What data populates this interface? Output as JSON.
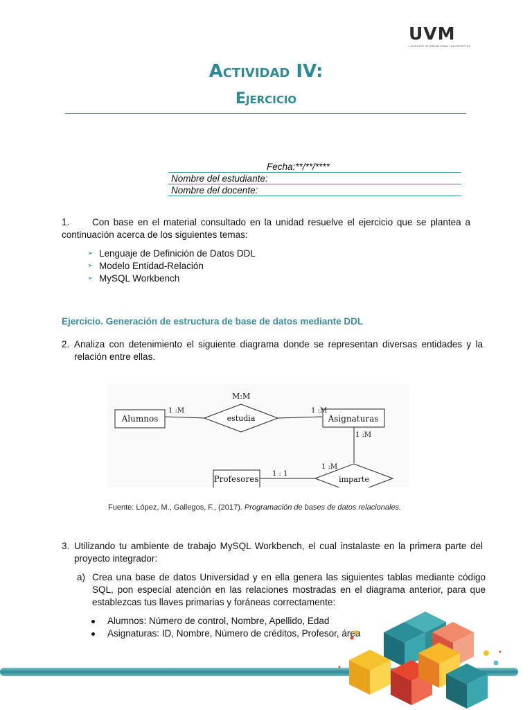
{
  "logo": {
    "text": "UVM",
    "subtext": "LAUREATE INTERNATIONAL UNIVERSITIES"
  },
  "title": {
    "line1": "Actividad IV:",
    "line2": "Ejercicio"
  },
  "form": {
    "fecha": "Fecha:**/**/****",
    "estudiante": "Nombre del estudiante:",
    "docente": "Nombre del docente:"
  },
  "item1": {
    "number": "1.",
    "text": "Con base en el material consultado en la unidad resuelve el ejercicio que se plantea a continuación acerca de los siguientes temas:",
    "topics": [
      "Lenguaje de Definición de Datos DDL",
      "Modelo Entidad-Relación",
      "MySQL Workbench"
    ]
  },
  "section_heading": "Ejercicio. Generación de estructura de base de datos mediante DDL",
  "item2": {
    "number": "2.",
    "text": "Analiza con detenimiento el siguiente diagrama donde se representan diversas entidades y la relación entre ellas."
  },
  "diagram": {
    "entities": {
      "alumnos": "Alumnos",
      "asignaturas": "Asignaturas",
      "profesores": "Profesores"
    },
    "relations": {
      "estudia": "estudia",
      "imparte": "imparte"
    },
    "cardinalities": {
      "mm": "M:M",
      "alumnos_estudia": "1 :M",
      "asignaturas_estudia": "1 :M",
      "asignaturas_imparte": "1 :M",
      "imparte_side": "1 :M",
      "profesores_imparte": "1 : 1"
    }
  },
  "caption": {
    "prefix": "Fuente: López, M., Gallegos, F., (2017). ",
    "title": "Programación de bases de datos relacionales."
  },
  "item3": {
    "number": "3.",
    "text": "Utilizando tu ambiente de trabajo MySQL Workbench, el cual instalaste en la primera parte del proyecto integrador:",
    "sub_a": {
      "label": "a)",
      "text": "Crea una base de datos Universidad y en ella genera las siguientes tablas mediante código SQL, pon especial atención en las relaciones mostradas en el diagrama anterior, para que establezcas tus llaves primarias y foráneas correctamente:"
    },
    "tables": [
      "Alumnos: Número de control, Nombre, Apellido, Edad",
      "Asignaturas: ID, Nombre, Número de créditos, Profesor, área"
    ]
  },
  "colors": {
    "accent": "#2e8b96",
    "heading": "#3a8f9c"
  },
  "decor_icons": [
    "uvm-logo",
    "teal-band",
    "cube-decoration"
  ]
}
